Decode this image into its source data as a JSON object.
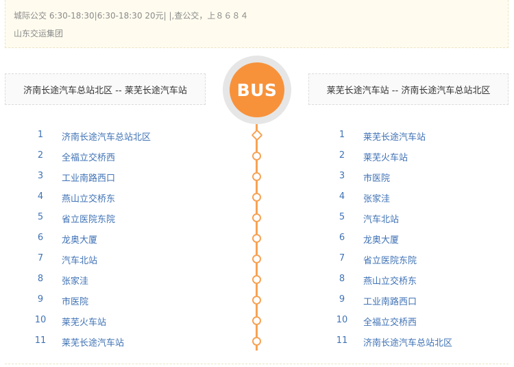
{
  "info": {
    "line1": "城际公交 6:30-18:30|6:30-18:30 20元| |,查公交，上８６８４",
    "line2": "山东交运集团"
  },
  "direction": {
    "left": "济南长途汽车总站北区 -- 莱芜长途汽车站",
    "right": "莱芜长途汽车站 -- 济南长途汽车总站北区"
  },
  "badge": "BUS",
  "colors": {
    "accent": "#f7923b",
    "link": "#3f72b5"
  },
  "stops_left": [
    {
      "num": "1",
      "name": "济南长途汽车总站北区"
    },
    {
      "num": "2",
      "name": "全福立交桥西"
    },
    {
      "num": "3",
      "name": "工业南路西口"
    },
    {
      "num": "4",
      "name": "燕山立交桥东"
    },
    {
      "num": "5",
      "name": "省立医院东院"
    },
    {
      "num": "6",
      "name": "龙奥大厦"
    },
    {
      "num": "7",
      "name": "汽车北站"
    },
    {
      "num": "8",
      "name": "张家洼"
    },
    {
      "num": "9",
      "name": "市医院"
    },
    {
      "num": "10",
      "name": "莱芜火车站"
    },
    {
      "num": "11",
      "name": "莱芜长途汽车站"
    }
  ],
  "stops_right": [
    {
      "num": "1",
      "name": "莱芜长途汽车站"
    },
    {
      "num": "2",
      "name": "莱芜火车站"
    },
    {
      "num": "3",
      "name": "市医院"
    },
    {
      "num": "4",
      "name": "张家洼"
    },
    {
      "num": "5",
      "name": "汽车北站"
    },
    {
      "num": "6",
      "name": "龙奥大厦"
    },
    {
      "num": "7",
      "name": "省立医院东院"
    },
    {
      "num": "8",
      "name": "燕山立交桥东"
    },
    {
      "num": "9",
      "name": "工业南路西口"
    },
    {
      "num": "10",
      "name": "全福立交桥西"
    },
    {
      "num": "11",
      "name": "济南长途汽车总站北区"
    }
  ]
}
